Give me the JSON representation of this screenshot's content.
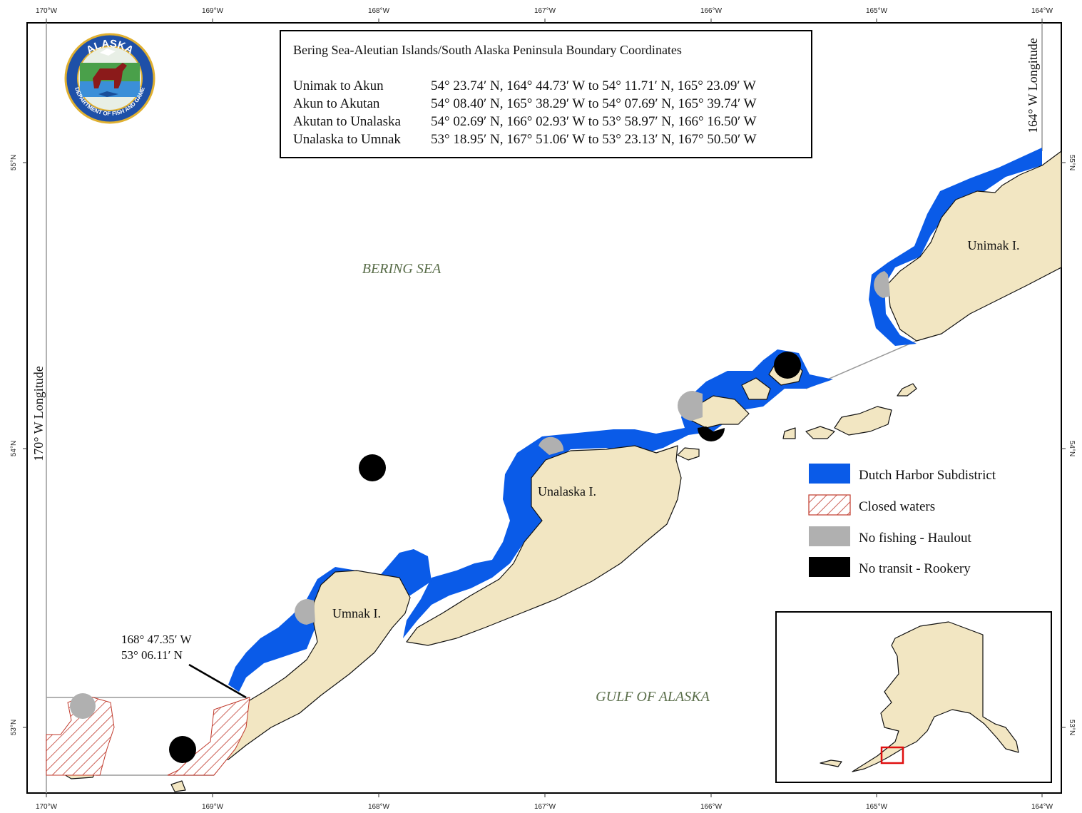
{
  "title_box": {
    "title": "Bering Sea-Aleutian Islands/South Alaska Peninsula Boundary Coordinates",
    "rows": [
      {
        "name": "Unimak to Akun",
        "coords": "54° 23.74′ N, 164° 44.73′ W to 54° 11.71′ N, 165° 23.09′ W"
      },
      {
        "name": "Akun to Akutan",
        "coords": "54° 08.40′ N, 165° 38.29′ W to 54° 07.69′ N, 165° 39.74′ W"
      },
      {
        "name": "Akutan to Unalaska",
        "coords": "54° 02.69′ N, 166° 02.93′ W to 53° 58.97′ N, 166° 16.50′ W"
      },
      {
        "name": "Unalaska to Umnak",
        "coords": "53° 18.95′ N, 167° 51.06′ W to 53° 23.13′ N, 167° 50.50′ W"
      }
    ]
  },
  "axes": {
    "top_labels": [
      "170°W",
      "169°W",
      "168°W",
      "167°W",
      "166°W",
      "165°W",
      "164°W"
    ],
    "bottom_labels": [
      "170°W",
      "169°W",
      "168°W",
      "167°W",
      "166°W",
      "165°W",
      "164°W"
    ],
    "left_labels": [
      "55°N",
      "54°N",
      "53°N"
    ],
    "right_labels": [
      "55°N",
      "54°N",
      "53°N"
    ]
  },
  "map_labels": {
    "bering_sea": "BERING SEA",
    "gulf_of_alaska": "GULF OF ALASKA",
    "unimak": "Unimak I.",
    "unalaska": "Unalaska I.",
    "umnak": "Umnak I.",
    "lon_170": "170° W Longitude",
    "lon_164": "164° W Longitude"
  },
  "callout": {
    "line1": "168° 47.35′ W",
    "line2": "53° 06.11′ N"
  },
  "legend": {
    "items": [
      {
        "label": "Dutch Harbor Subdistrict",
        "color": "#0a5be8"
      },
      {
        "label": "Closed waters",
        "color": "#c0392b"
      },
      {
        "label": "No fishing - Haulout",
        "color": "#b0b0b0"
      },
      {
        "label": "No transit - Rookery",
        "color": "#000000"
      }
    ]
  },
  "logo": {
    "top_text": "ALASKA",
    "bottom_text": "DEPARTMENT OF FISH AND GAME"
  },
  "colors": {
    "subdistrict": "#0a5be8",
    "land": "#f2e6c2",
    "closed": "#c0392b",
    "haulout": "#b0b0b0",
    "rookery": "#000000"
  }
}
